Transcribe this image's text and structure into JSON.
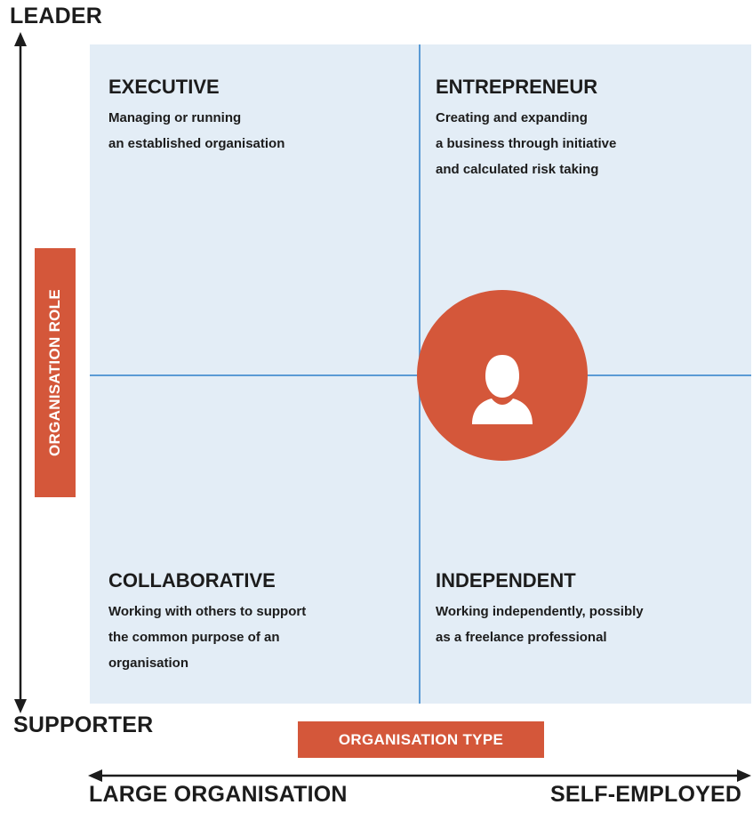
{
  "axes": {
    "y_top": "LEADER",
    "y_bottom": "SUPPORTER",
    "y_title": "ORGANISATION ROLE",
    "x_left": "LARGE ORGANISATION",
    "x_right": "SELF-EMPLOYED",
    "x_title": "ORGANISATION TYPE"
  },
  "quadrants": {
    "executive": {
      "title": "EXECUTIVE",
      "lines": [
        "Managing or running",
        "an established organisation"
      ]
    },
    "entrepreneur": {
      "title": "ENTREPRENEUR",
      "lines": [
        "Creating and expanding",
        "a business through initiative",
        "and calculated risk taking"
      ]
    },
    "collaborative": {
      "title": "COLLABORATIVE",
      "lines": [
        "Working with others to support",
        "the common purpose of an",
        "organisation"
      ]
    },
    "independent": {
      "title": "INDEPENDENT",
      "lines": [
        "Working independently, possibly",
        "as a freelance professional"
      ]
    }
  },
  "colors": {
    "accent": "#d4573a",
    "grid_background": "#e3edf6",
    "grid_line": "#5b9bd5",
    "text": "#1c1c1c"
  },
  "icons": {
    "person": "person-icon"
  }
}
